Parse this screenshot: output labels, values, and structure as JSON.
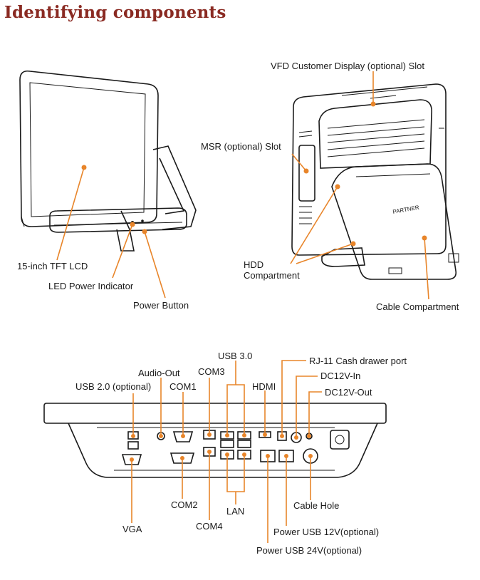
{
  "title": "Identifying components",
  "front_labels": {
    "lcd": "15-inch TFT LCD",
    "led": "LED Power Indicator",
    "power_button": "Power Button"
  },
  "back_labels": {
    "vfd": "VFD Customer Display (optional) Slot",
    "msr": "MSR (optional) Slot",
    "hdd": "HDD\nCompartment",
    "cable_compartment": "Cable Compartment",
    "brand": "PARTNER"
  },
  "port_labels": {
    "usb30": "USB 3.0",
    "rj11": "RJ-11 Cash drawer port",
    "audio_out": "Audio-Out",
    "com3": "COM3",
    "dc_in": "DC12V-In",
    "usb20": "USB 2.0 (optional)",
    "com1": "COM1",
    "hdmi": "HDMI",
    "dc_out": "DC12V-Out",
    "cable_hole": "Cable Hole",
    "com2": "COM2",
    "lan": "LAN",
    "vga": "VGA",
    "com4": "COM4",
    "usb12": "Power USB 12V(optional)",
    "usb24": "Power USB 24V(optional)"
  },
  "colors": {
    "title": "#8a2a22",
    "callout": "#e8852a",
    "line": "#1a1a1a"
  }
}
